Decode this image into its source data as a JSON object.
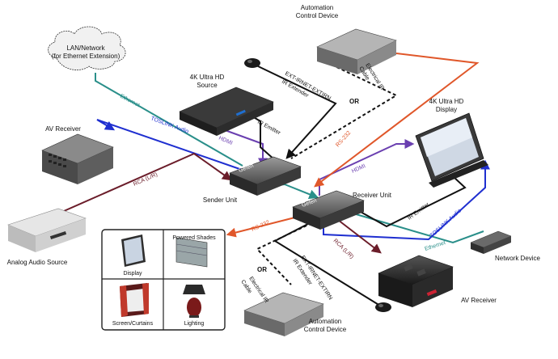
{
  "labels": {
    "lan_line1": "LAN/Network",
    "lan_line2": "(for Ethernet Extension)",
    "automation_top_line1": "Automation",
    "automation_top_line2": "Control Device",
    "uhd_source_line1": "4K Ultra  HD",
    "uhd_source_line2": "Source",
    "av_receiver_left": "AV Receiver",
    "analog_audio_source": "Analog Audio Source",
    "sender_unit": "Sender Unit",
    "receiver_unit": "Receiver Unit",
    "uhd_display_line1": "4K Ultra HD",
    "uhd_display_line2": "Display",
    "network_device": "Network Device",
    "av_receiver_right": "AV Receiver",
    "automation_bottom_line1": "Automation",
    "automation_bottom_line2": "Control Device",
    "or_top": "OR",
    "or_bottom": "OR",
    "brand_sender": "Gefen",
    "brand_receiver": "Gefen"
  },
  "cables": {
    "ethernet_top": "Ethernet",
    "toslink_top": "TOSLINK Audio",
    "hdmi_source": "HDMI",
    "rca_left": "RCA (L/R)",
    "ir_emitter_top": "IR Emitter",
    "ext_ir_top_line1": "EXT-IRNET-EXTIRN",
    "ext_ir_top_line2": "IR Extender",
    "electrical_ir_top_line1": "Electrical IR",
    "electrical_ir_top_line2": "Cable",
    "rs232_top": "RS-232",
    "hdmi_display": "HDMI",
    "ir_emitter_right": "IR Emitter",
    "toslink_right": "TOSLINK Audio",
    "ethernet_right": "Ethernet",
    "rca_right": "RCA (L/R)",
    "rs232_left": "RS-232",
    "ext_ir_bottom_line1": "EXT-IRNET-EXTIRN",
    "ext_ir_bottom_line2": "IR Extender",
    "electrical_ir_bottom_line1": "Electrical IR",
    "electrical_ir_bottom_line2": "Cable"
  },
  "automation_panel": {
    "display": "Display",
    "powered_shades": "Powered Shades",
    "screen_curtains": "Screen/Curtains",
    "lighting": "Lighting"
  },
  "colors": {
    "ethernet": "#2a8f8a",
    "hdmi": "#6a3fb0",
    "toslink": "#1f2fd0",
    "rca": "#6b1d2a",
    "rs232": "#e0572a",
    "ir": "#111111"
  }
}
